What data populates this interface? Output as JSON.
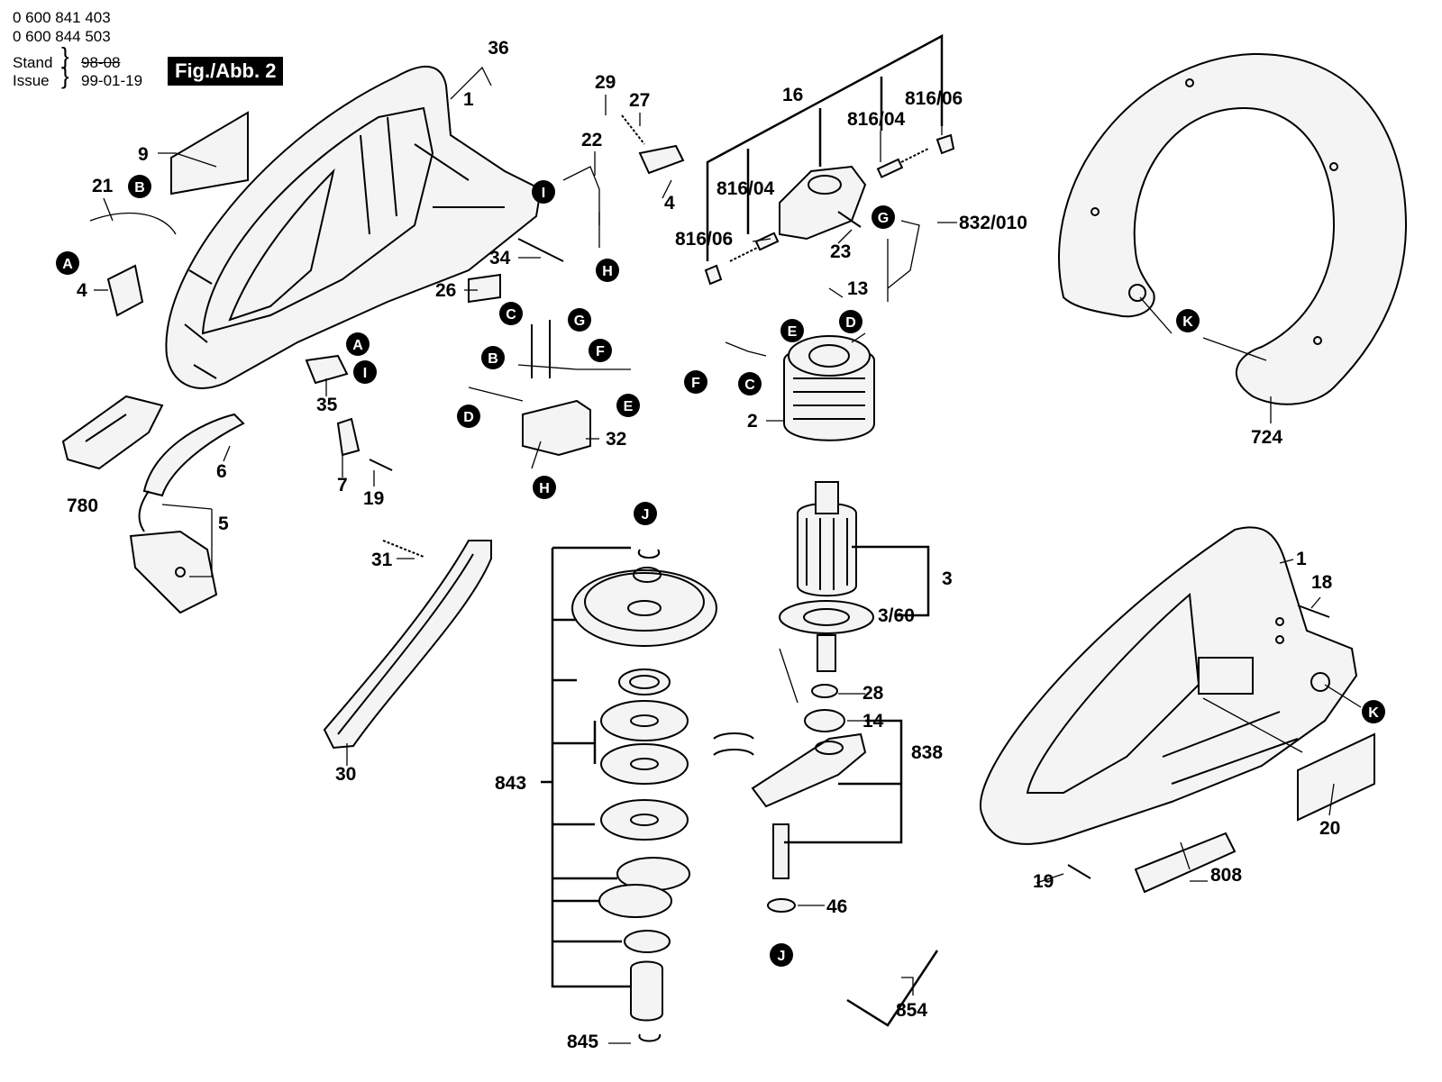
{
  "header": {
    "part_number_1": "0 600 841 403",
    "part_number_2": "0 600 844 503",
    "stand_label": "Stand",
    "stand_date": "98-08",
    "issue_label": "Issue",
    "issue_date": "99-01-19",
    "figure_title": "Fig./Abb. 2"
  },
  "part_labels": {
    "p1a": "1",
    "p1b": "1",
    "p2": "2",
    "p3": "3",
    "p3_60": "3/60",
    "p4a": "4",
    "p4b": "4",
    "p5": "5",
    "p6": "6",
    "p7": "7",
    "p9": "9",
    "p13": "13",
    "p14": "14",
    "p16": "16",
    "p18": "18",
    "p19a": "19",
    "p19b": "19",
    "p20": "20",
    "p21": "21",
    "p22": "22",
    "p23": "23",
    "p26": "26",
    "p27": "27",
    "p28": "28",
    "p29": "29",
    "p30": "30",
    "p31": "31",
    "p32": "32",
    "p34": "34",
    "p35": "35",
    "p36": "36",
    "p46": "46",
    "p724": "724",
    "p780": "780",
    "p808": "808",
    "p816_04a": "816/04",
    "p816_04b": "816/04",
    "p816_06a": "816/06",
    "p816_06b": "816/06",
    "p832_010": "832/010",
    "p838": "838",
    "p843": "843",
    "p845": "845",
    "p854": "854"
  },
  "connector_markers": {
    "A": "A",
    "B": "B",
    "C": "C",
    "D": "D",
    "E": "E",
    "F": "F",
    "G": "G",
    "H": "H",
    "I": "I",
    "J": "J",
    "K": "K"
  }
}
